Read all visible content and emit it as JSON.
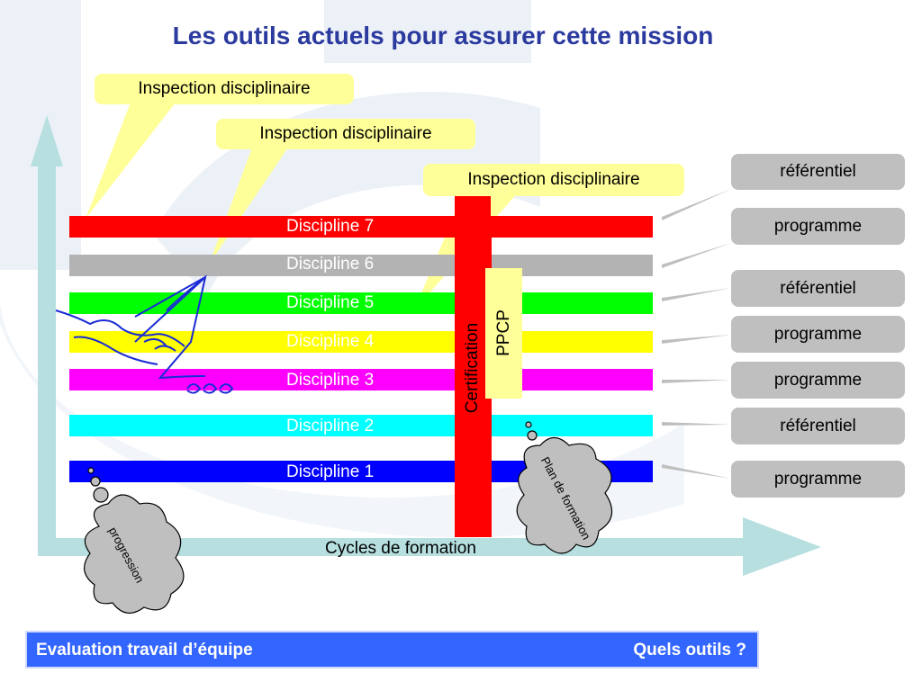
{
  "title": "Les outils actuels pour assurer cette mission",
  "disciplines": [
    {
      "label": "Discipline 7",
      "color": "#ff0000"
    },
    {
      "label": "Discipline 6",
      "color": "#b3b3b3"
    },
    {
      "label": "Discipline 5",
      "color": "#00ff00"
    },
    {
      "label": "Discipline 4",
      "color": "#ffff00"
    },
    {
      "label": "Discipline 3",
      "color": "#ff00ff"
    },
    {
      "label": "Discipline 2",
      "color": "#00ffff"
    },
    {
      "label": "Discipline 1",
      "color": "#0000ff"
    }
  ],
  "callouts": [
    "Inspection disciplinaire",
    "Inspection disciplinaire",
    "Inspection disciplinaire"
  ],
  "side_labels": [
    "référentiel",
    "programme",
    "référentiel",
    "programme",
    "programme",
    "référentiel",
    "programme"
  ],
  "certification": "Certification",
  "ppcp": "PPCP",
  "x_axis": "Cycles de formation",
  "cloud_left": "progression",
  "cloud_right": "Plan de formation",
  "footer": {
    "left": "Evaluation travail d’équipe",
    "right": "Quels outils ?"
  },
  "colors": {
    "title": "#2b3a9e",
    "footer": "#3366ff",
    "arrow": "#b7dfe0",
    "callout": "#ffff99",
    "ref_box": "#bfbfbf",
    "certification": "#ff0000",
    "ppcp_box": "#ffff99"
  }
}
